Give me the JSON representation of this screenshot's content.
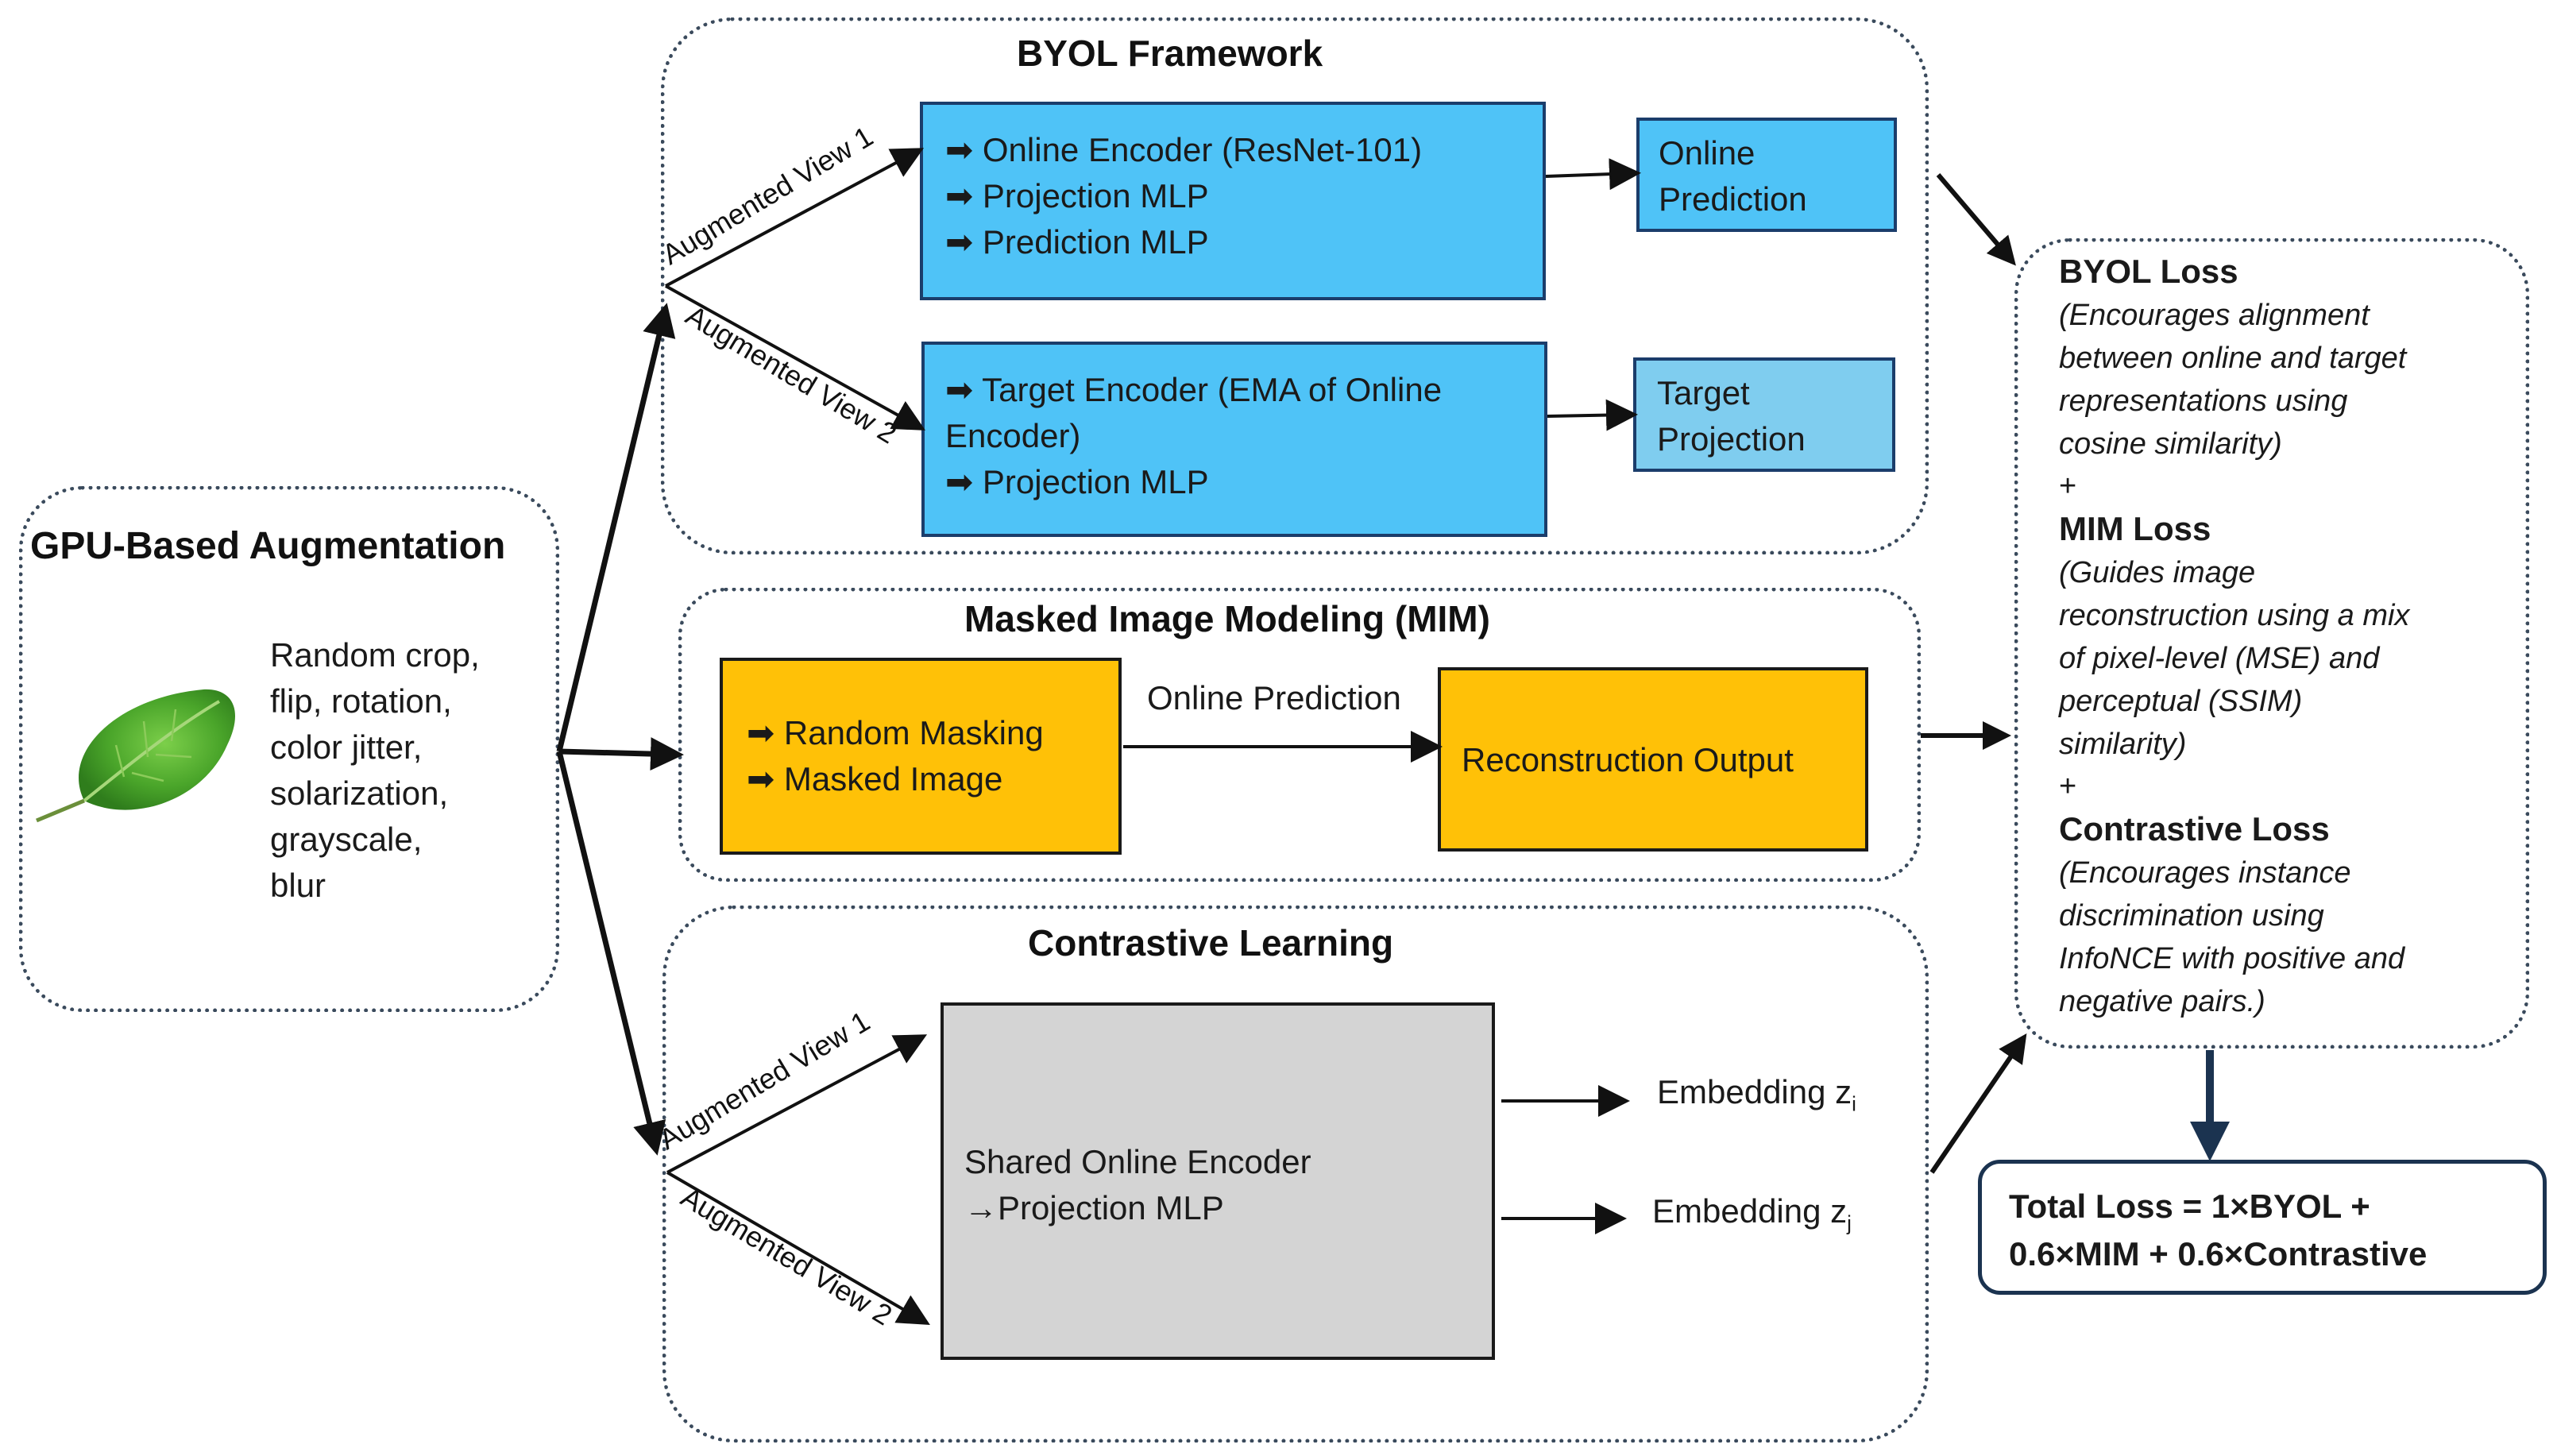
{
  "gpu": {
    "title": "GPU-Based Augmentation",
    "icon": "leaf-icon",
    "lines": [
      "Random crop,",
      "flip, rotation,",
      "color jitter,",
      "solarization,",
      "grayscale,",
      "blur"
    ]
  },
  "byol": {
    "title": "BYOL Framework",
    "view1": "Augmented View 1",
    "view2": "Augmented View 2",
    "online_box": [
      "Online Encoder (ResNet-101)",
      "Projection MLP",
      "Prediction MLP"
    ],
    "online_pred": [
      "Online",
      "Prediction"
    ],
    "target_box": [
      "Target Encoder (EMA of Online",
      "Encoder)",
      "Projection MLP"
    ],
    "target_proj": [
      "Target",
      "Projection"
    ]
  },
  "mim": {
    "title": "Masked Image Modeling (MIM)",
    "left_box": [
      "Random Masking",
      "Masked Image"
    ],
    "arrow_label": "Online Prediction",
    "right_box": "Reconstruction Output"
  },
  "contrastive": {
    "title": "Contrastive Learning",
    "view1": "Augmented View 1",
    "view2": "Augmented View 2",
    "encoder": "Shared Online Encoder",
    "projection": "→Projection MLP",
    "emb_i": "Embedding z",
    "emb_i_sub": "i",
    "emb_j": "Embedding z",
    "emb_j_sub": "j"
  },
  "losses": {
    "byol_title": "BYOL Loss",
    "byol_desc": [
      "(Encourages alignment",
      "between online and target",
      "representations using",
      "cosine similarity)"
    ],
    "plus1": "+",
    "mim_title": "MIM Loss",
    "mim_desc": [
      "(Guides image",
      "reconstruction using a mix",
      "of pixel-level (MSE) and",
      "perceptual (SSIM)",
      "similarity)"
    ],
    "plus2": "+",
    "con_title": "Contrastive Loss",
    "con_desc": [
      "(Encourages instance",
      "discrimination using",
      "InfoNCE with positive and",
      "negative pairs.)"
    ]
  },
  "total": [
    "Total Loss = 1×BYOL +",
    "0.6×MIM + 0.6×Contrastive"
  ],
  "colors": {
    "blue": "#4fc3f7",
    "light_blue": "#7fcdef",
    "orange": "#ffc107",
    "gray": "#d4d4d4",
    "dark_arrow": "#1b3350"
  }
}
